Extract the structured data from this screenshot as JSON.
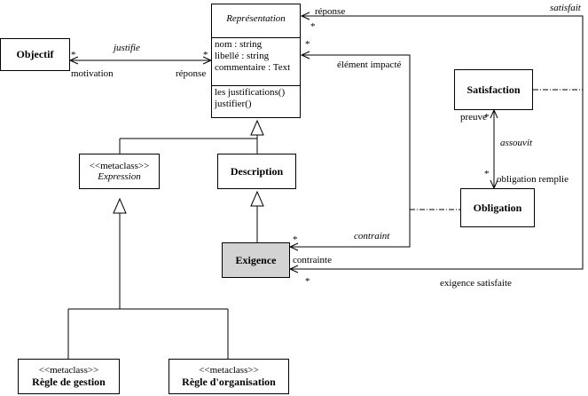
{
  "classes": {
    "representation": {
      "name": "Représentation",
      "attributes": [
        "nom : string",
        "libellé : string",
        "commentaire : Text"
      ],
      "operations": [
        "les justifications()",
        "justifier()"
      ]
    },
    "objectif": {
      "name": "Objectif"
    },
    "satisfaction": {
      "name": "Satisfaction"
    },
    "obligation": {
      "name": "Obligation"
    },
    "expression": {
      "stereotype": "<<metaclass>>",
      "name": "Expression"
    },
    "description": {
      "name": "Description"
    },
    "exigence": {
      "name": "Exigence",
      "fill": "#d3d3d3"
    },
    "regle_gestion": {
      "stereotype": "<<metaclass>>",
      "name": "Règle de gestion"
    },
    "regle_organisation": {
      "stereotype": "<<metaclass>>",
      "name": "Règle d'organisation"
    }
  },
  "labels": {
    "justifie": "justifie",
    "motivation": "motivation",
    "reponse_left": "réponse",
    "star": "*",
    "reponse_top": "réponse",
    "satisfait": "satisfait",
    "element_impacte": "élément impacté",
    "preuve": "preuve",
    "assouvit": "assouvit",
    "obligation_remplie": "obligation remplie",
    "contraint": "contraint",
    "contrainte": "contrainte",
    "exigence_satisfaite": "exigence satisfaite"
  }
}
